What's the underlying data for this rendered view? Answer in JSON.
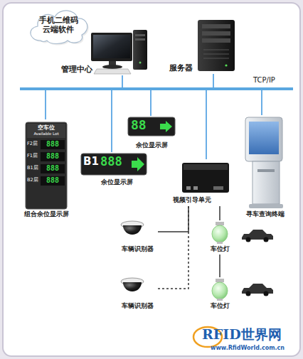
{
  "diagram": {
    "nodes": [
      {
        "text": [
          "手机二维码 云端软件"
        ]
      },
      {
        "text": [
          "管理中心"
        ]
      },
      {
        "text": [
          "服务器"
        ]
      },
      {
        "text": [
          "TCP/IP"
        ]
      },
      {
        "text": [
          "空车位",
          "Available Lot",
          "F2层",
          "888",
          "F1层",
          "888",
          "B1层",
          "888",
          "B2层",
          "888",
          "组合余位显示屏"
        ]
      },
      {
        "text": [
          "88",
          "余位显示屏"
        ]
      },
      {
        "text": [
          "B1",
          "888",
          "余位显示屏"
        ]
      },
      {
        "text": [
          "视频引导单元"
        ]
      },
      {
        "text": [
          "寻车查询终端"
        ]
      },
      {
        "text": [
          "车辆识别器"
        ]
      },
      {
        "text": [
          "车位灯"
        ]
      },
      {
        "text": [
          "车辆识别器"
        ]
      },
      {
        "text": [
          "车位灯"
        ]
      }
    ],
    "edges": [
      {
        "from": 3,
        "to": 1,
        "arrow": "none"
      },
      {
        "from": 3,
        "to": 2,
        "arrow": "none"
      },
      {
        "from": 3,
        "to": 4,
        "arrow": "none"
      },
      {
        "from": 3,
        "to": 5,
        "arrow": "none"
      },
      {
        "from": 3,
        "to": 6,
        "arrow": "none"
      },
      {
        "from": 3,
        "to": 7,
        "arrow": "none"
      },
      {
        "from": 3,
        "to": 8,
        "arrow": "none"
      },
      {
        "from": 7,
        "to": 9,
        "arrow": "none"
      },
      {
        "from": 7,
        "to": 10,
        "arrow": "none"
      },
      {
        "from": 7,
        "to": 11,
        "arrow": "none"
      },
      {
        "from": 10,
        "to": 12,
        "arrow": "none"
      }
    ],
    "labels": [
      "RFID世界网",
      "www.RfidWorld.com.cn"
    ]
  }
}
